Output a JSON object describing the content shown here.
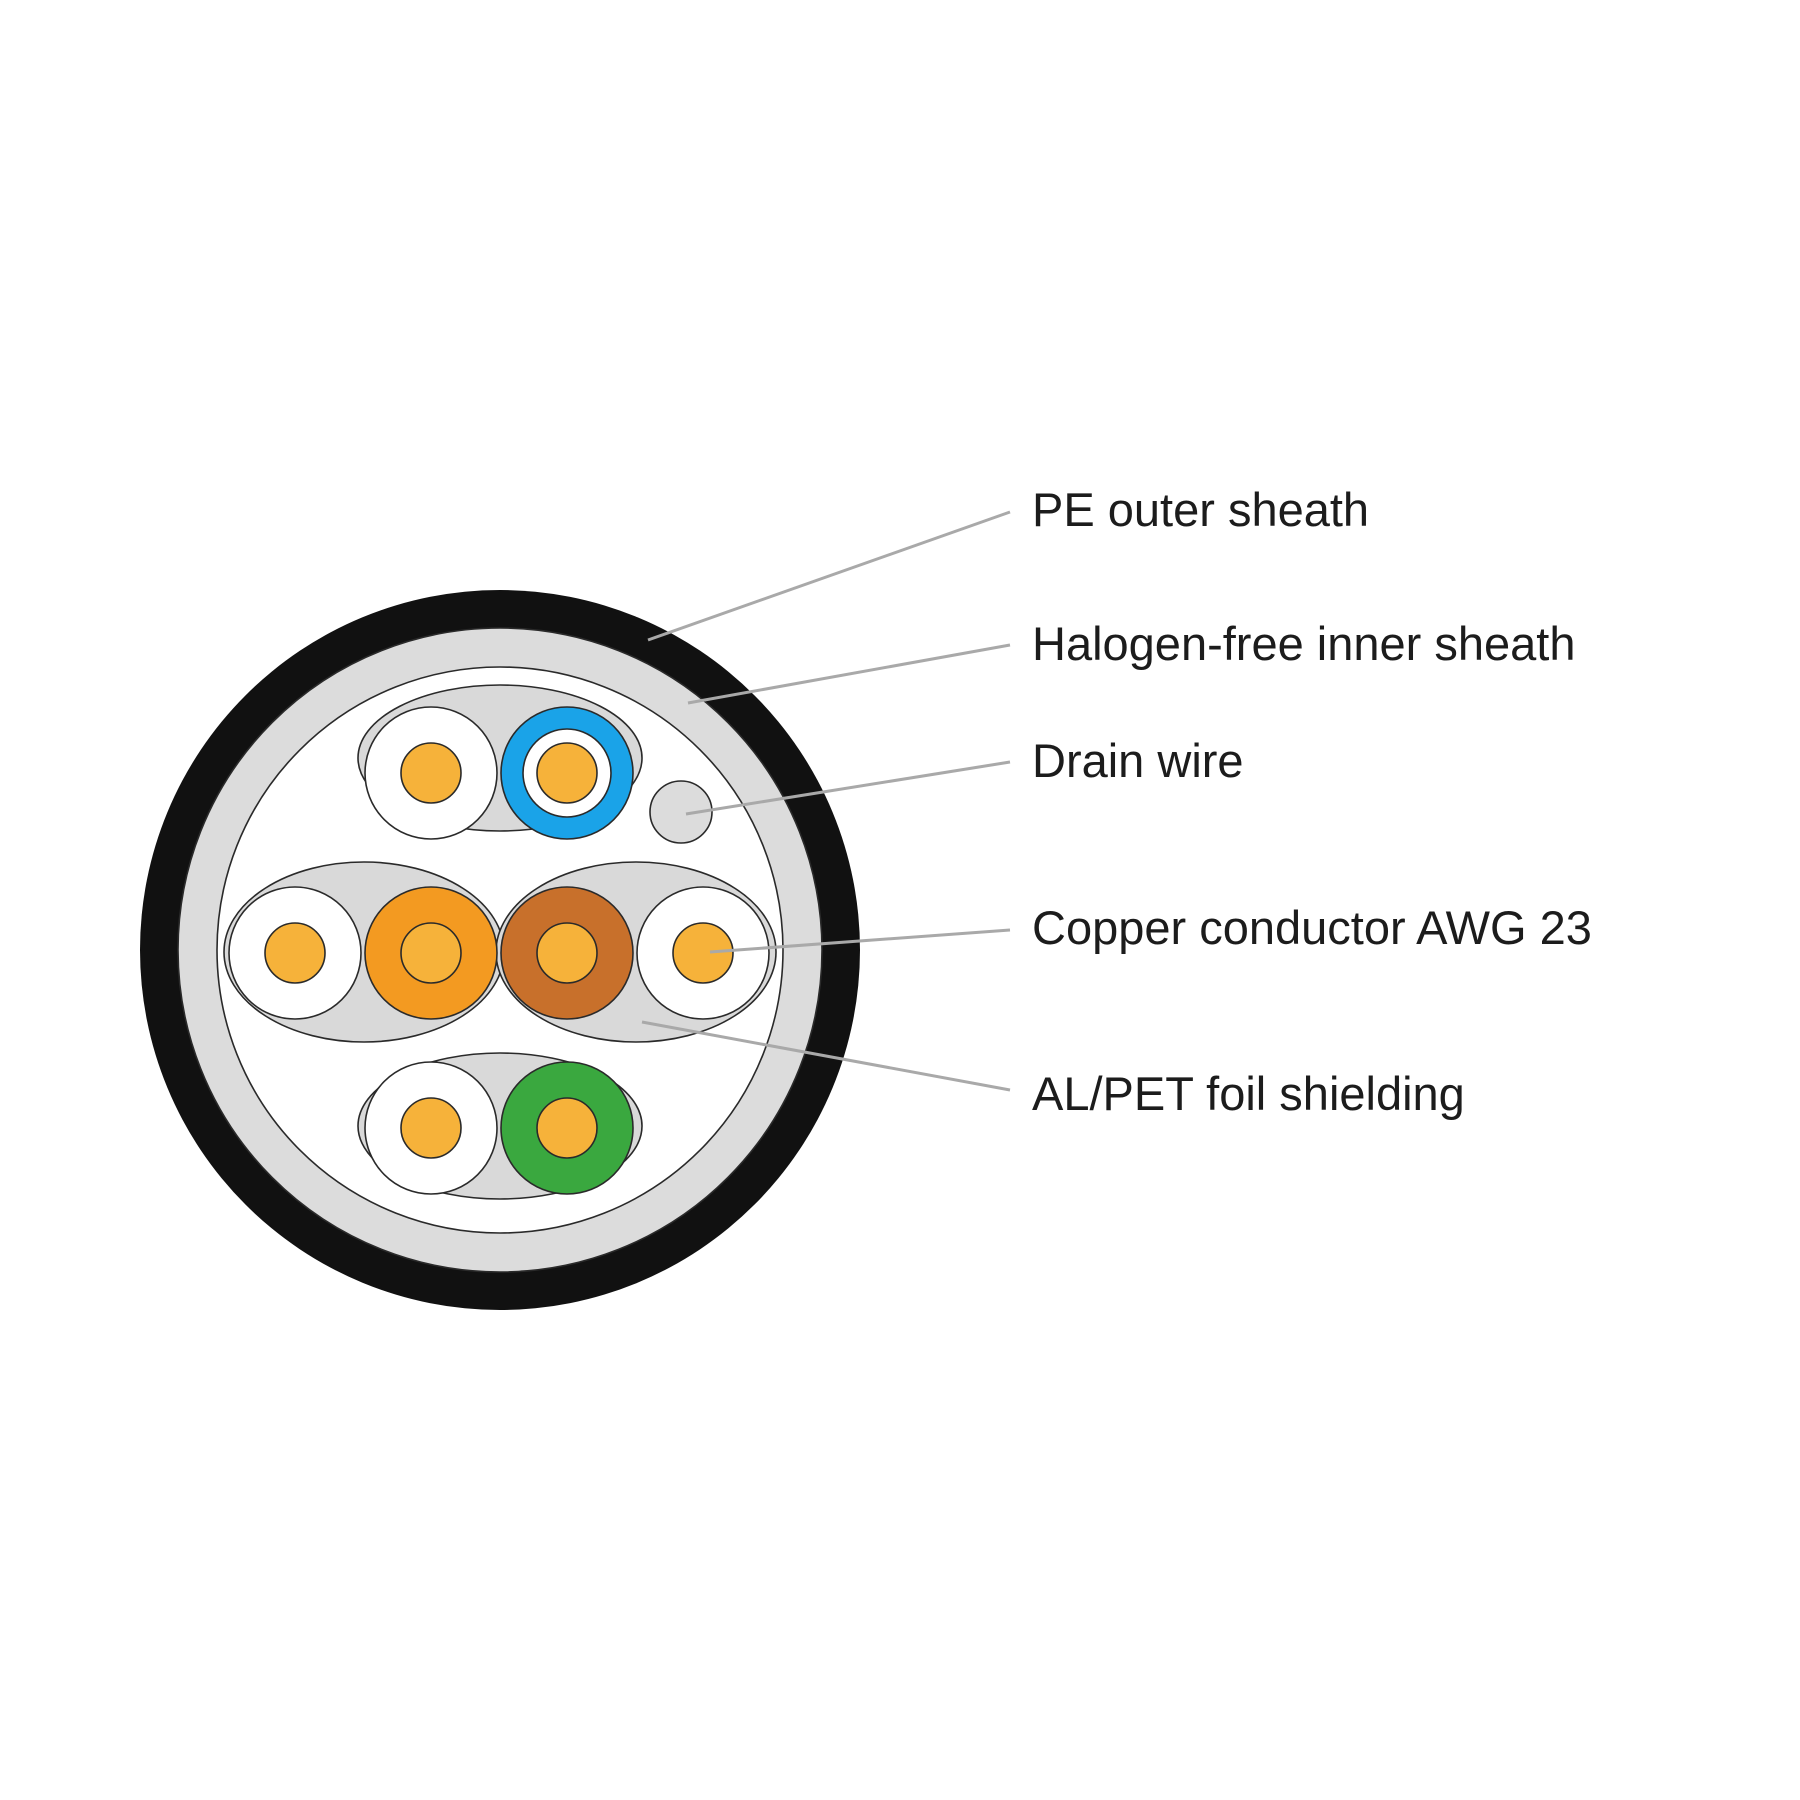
{
  "labels": {
    "outer_sheath": "PE outer sheath",
    "inner_sheath": "Halogen-free inner sheath",
    "drain_wire": "Drain wire",
    "copper_conductor": "Copper conductor AWG 23",
    "foil_shielding": "AL/PET foil shielding"
  },
  "colors": {
    "outer_sheath": "#111111",
    "inner_sheath": "#dcdcdc",
    "core_fill": "#ffffff",
    "foil": "#d9d9d9",
    "copper": "#f6b23a",
    "blue_insulation": "#1aa3e8",
    "orange_insulation": "#f39a21",
    "brown_insulation": "#c8702b",
    "green_insulation": "#3aa83f",
    "white_insulation": "#ffffff",
    "leader_line": "#a9a9a9"
  },
  "pairs": [
    {
      "name": "blue-pair",
      "insulation": [
        "white",
        "blue"
      ]
    },
    {
      "name": "orange-pair",
      "insulation": [
        "white",
        "orange"
      ]
    },
    {
      "name": "brown-pair",
      "insulation": [
        "brown",
        "white"
      ]
    },
    {
      "name": "green-pair",
      "insulation": [
        "white",
        "green"
      ]
    }
  ]
}
